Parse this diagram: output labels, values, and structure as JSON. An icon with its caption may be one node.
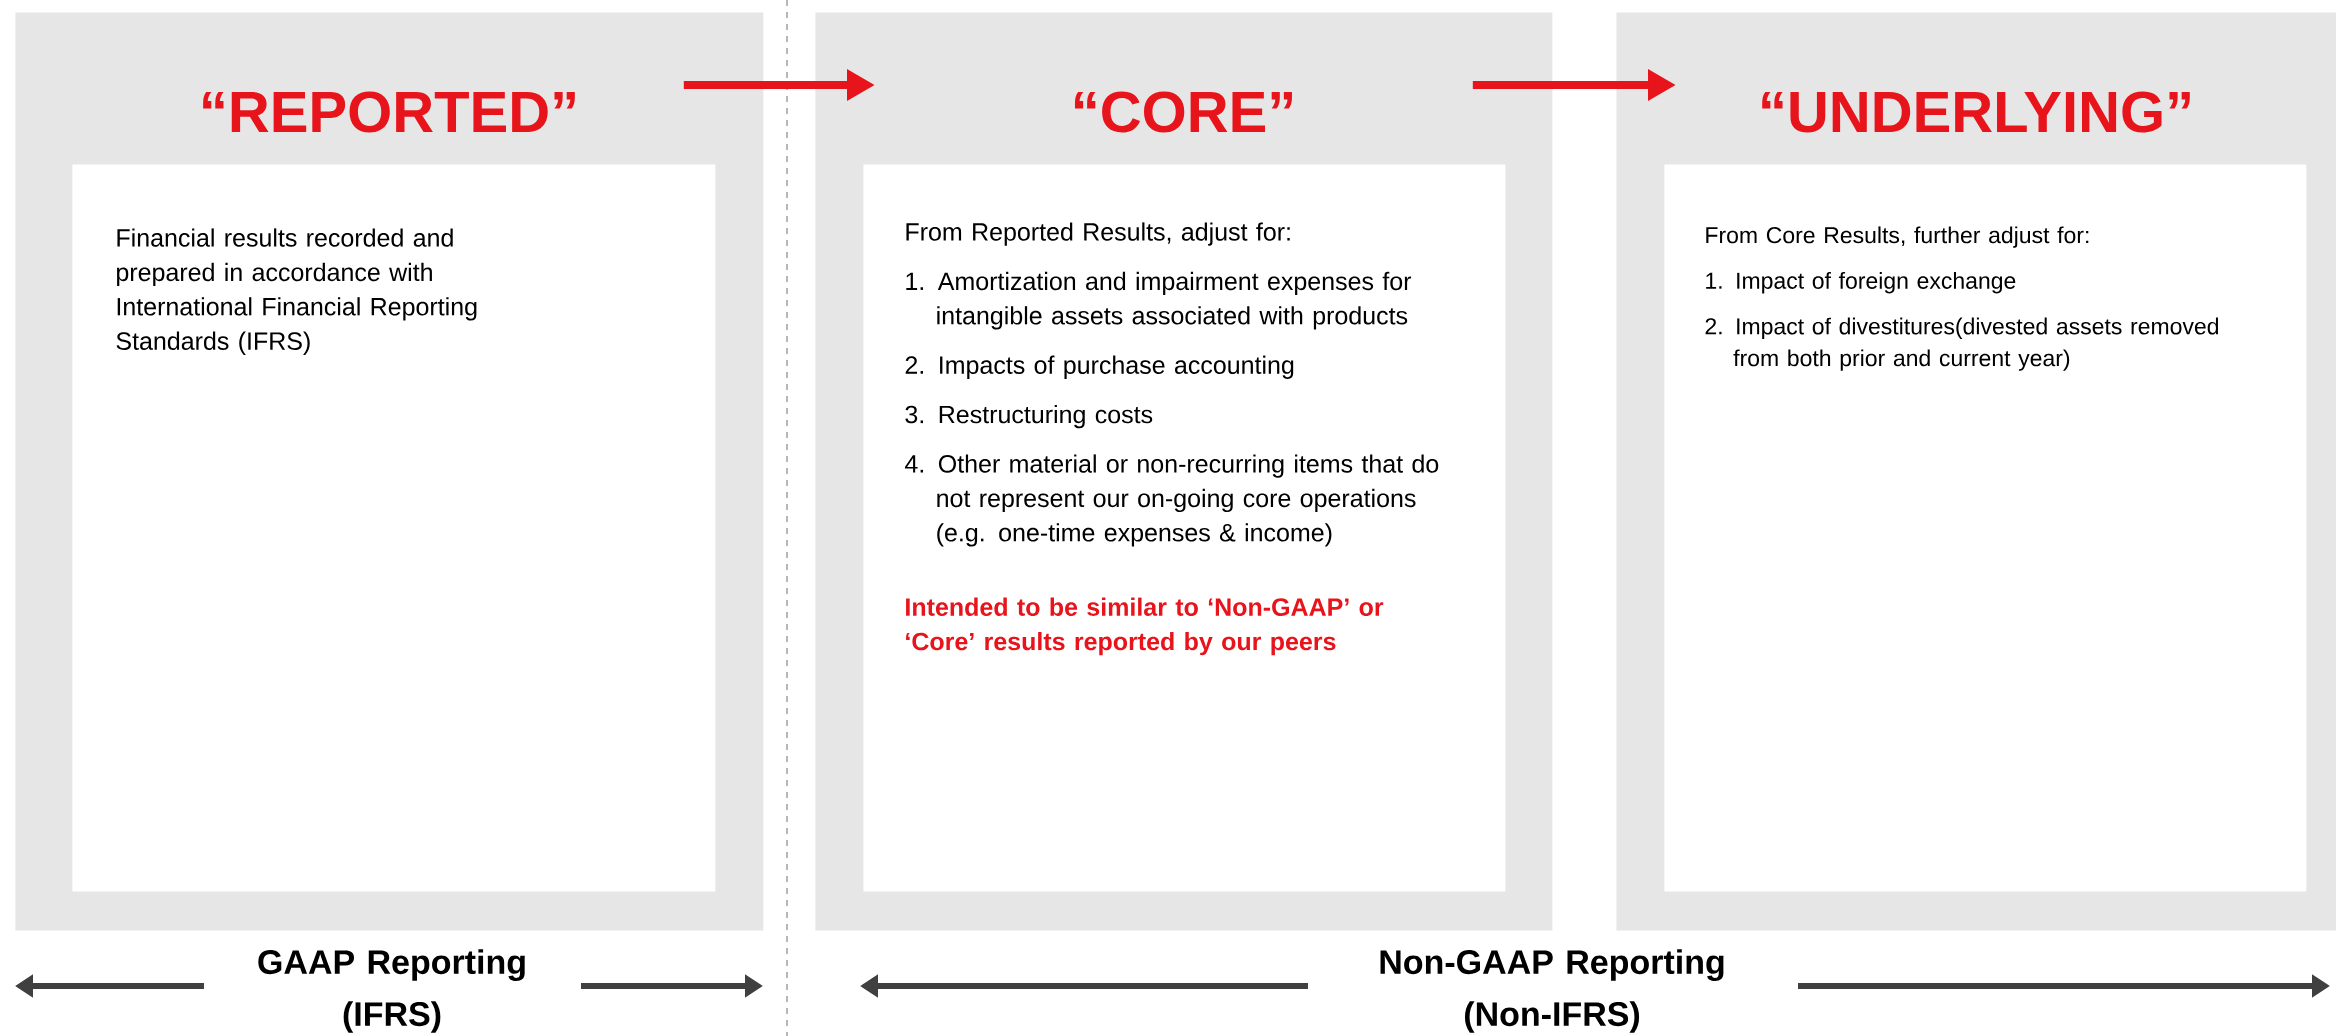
{
  "diagram": {
    "nodes": [
      {
        "text": [
          "“REPORTED”"
        ]
      },
      {
        "text": [
          "Financial results recorded and prepared in accordance with International Financial Reporting Standards (IFRS)"
        ],
        "in": 0
      },
      {
        "text": [
          "“CORE”"
        ]
      },
      {
        "text": [
          "From Reported Results, adjust for:",
          "1. Amortization and impairment expenses for intangible assets associated with products",
          "2. Impacts of purchase accounting",
          "3. Restructuring costs",
          "4. Other material or non-recurring items that do not represent our on-going core operations (e.g. one-time expenses & income)",
          "Intended to be similar to ‘Non-GAAP’ or ‘Core’ results reported by our peers"
        ],
        "in": 2
      },
      {
        "text": [
          "“UNDERLYING”"
        ]
      },
      {
        "text": [
          "From Core Results, further adjust for:",
          "1. Impact of foreign exchange",
          "2. Impact of divestitures(divested assets removed from both prior and current year)"
        ],
        "in": 4
      }
    ],
    "edges": [
      {
        "from": 0,
        "to": 2,
        "arrow": "to"
      },
      {
        "from": 2,
        "to": 4,
        "arrow": "to"
      }
    ],
    "labels": [
      "GAAP Reporting (IFRS)",
      "Non-GAAP Reporting (Non-IFRS)"
    ]
  }
}
